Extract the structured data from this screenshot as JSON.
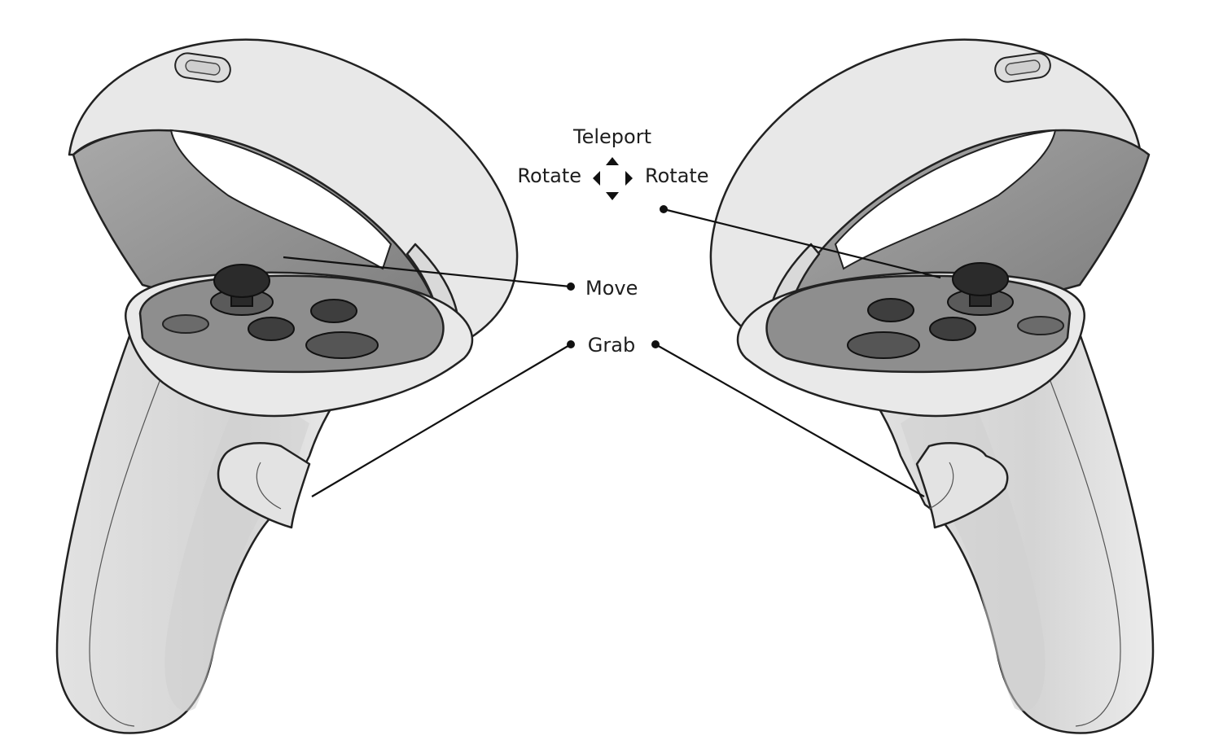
{
  "labels": {
    "teleport": "Teleport",
    "rotate_left": "Rotate",
    "rotate_right": "Rotate",
    "move": "Move",
    "grab": "Grab"
  },
  "colors": {
    "shell": "#e6e6e6",
    "shell_shadow": "#cfcfcf",
    "ring_inner": "#9a9a9a",
    "face": "#8c8c8c",
    "button": "#4a4a4a",
    "thumbstick": "#2b2b2b",
    "outline": "#222222"
  }
}
